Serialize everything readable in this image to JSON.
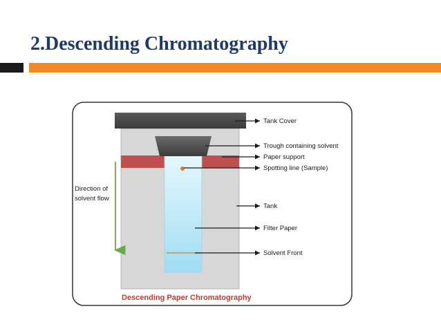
{
  "slide": {
    "title": "2.Descending Chromatography"
  },
  "diagram": {
    "labels": {
      "tank_cover": "Tank Cover",
      "trough": "Trough containing solvent",
      "paper_support": "Paper support",
      "spotting_line": "Spotting line (Sample)",
      "tank": "Tank",
      "filter_paper": "Filter Paper",
      "solvent_front": "Solvent Front",
      "direction_line1": "Direction of",
      "direction_line2": "solvent flow"
    },
    "caption": "Descending Paper Chromatography",
    "colors": {
      "title": "#1f3a66",
      "accent_bar": "#f28a24",
      "tank_cover": "#4d4d4d",
      "tank": "#d7d7d7",
      "paper_support": "#c0504d",
      "filter_paper": "#bfe9f7",
      "arrow_green": "#6aa84f",
      "caption": "#c0392b"
    }
  }
}
